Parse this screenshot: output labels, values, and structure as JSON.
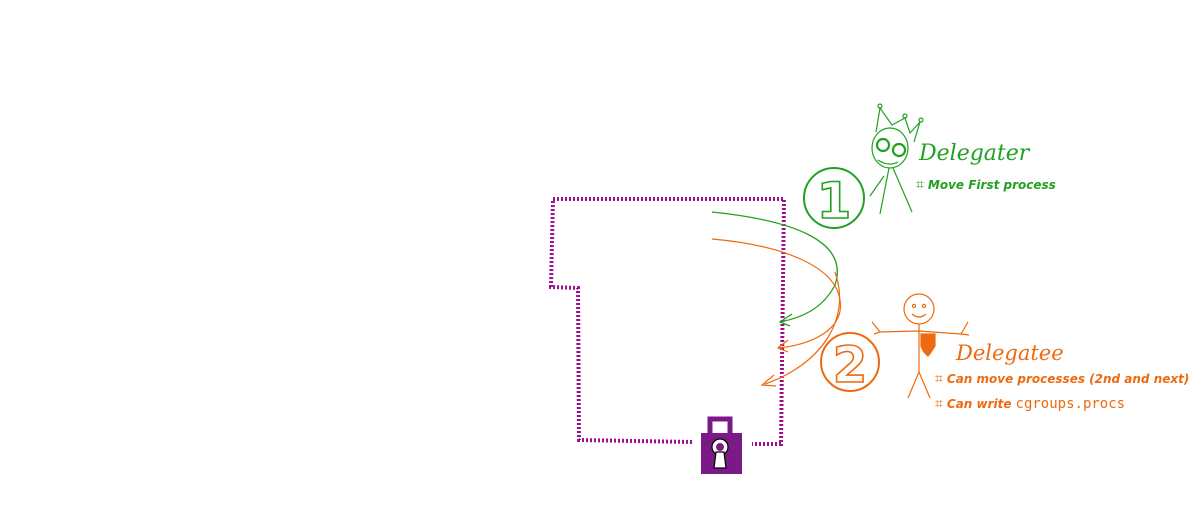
{
  "colors": {
    "delegater": "#22a022",
    "delegatee": "#ee6a10",
    "boundary": "#9b0f8f",
    "lock": "#7a1a86"
  },
  "delegater": {
    "icon": "crowned-figure-icon",
    "number": "1",
    "title": "Delegater",
    "bullet_symbol": "⌗",
    "bullets": [
      "Move First process"
    ]
  },
  "delegatee": {
    "icon": "person-with-shield-icon",
    "number": "2",
    "title": "Delegatee",
    "bullet_symbol": "⌗",
    "bullet1": "Can move processes (2nd and next)",
    "bullet2_prefix": "Can write",
    "bullet2_code": "cgroups.procs"
  },
  "boundary": {
    "icon": "padlock-icon"
  }
}
